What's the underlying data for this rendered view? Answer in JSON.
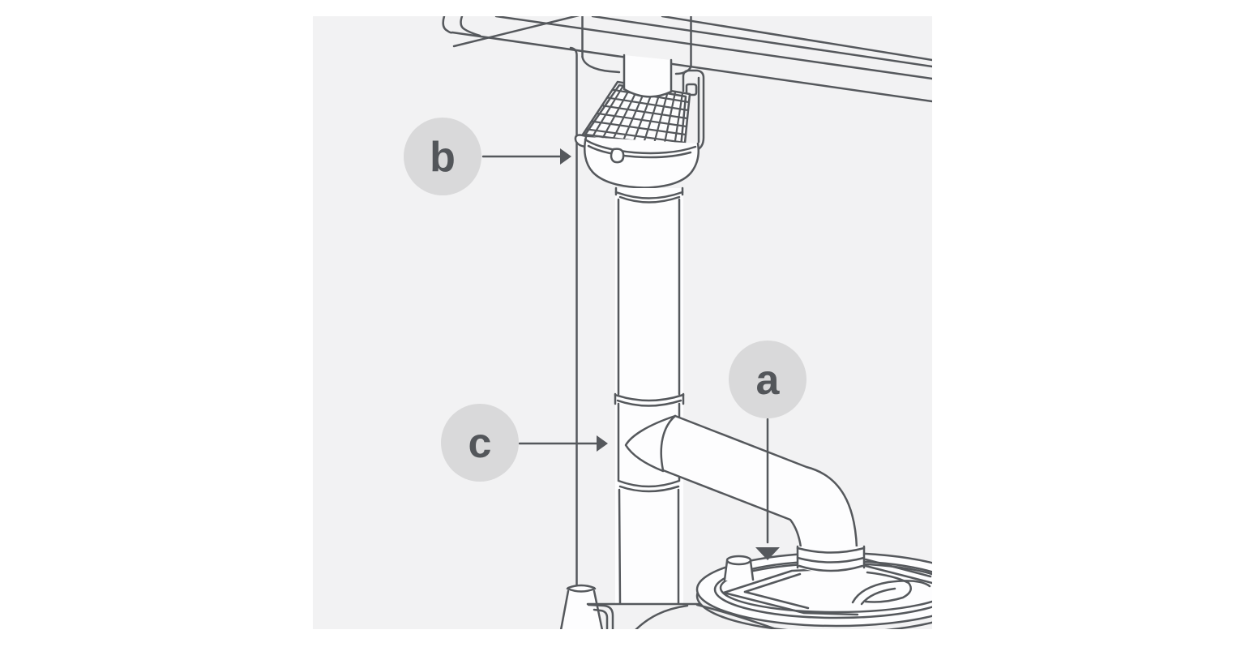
{
  "canvas": {
    "page_background": "#ffffff",
    "panel_background": "#f2f2f3",
    "line_color": "#55585c",
    "shape_fill": "#fdfdfe"
  },
  "labels": {
    "a": {
      "letter": "a",
      "badge_fill": "#d9d9da",
      "letter_color": "#53565a"
    },
    "b": {
      "letter": "b",
      "badge_fill": "#d9d9da",
      "letter_color": "#53565a"
    },
    "c": {
      "letter": "c",
      "badge_fill": "#d9d9da",
      "letter_color": "#53565a"
    }
  }
}
